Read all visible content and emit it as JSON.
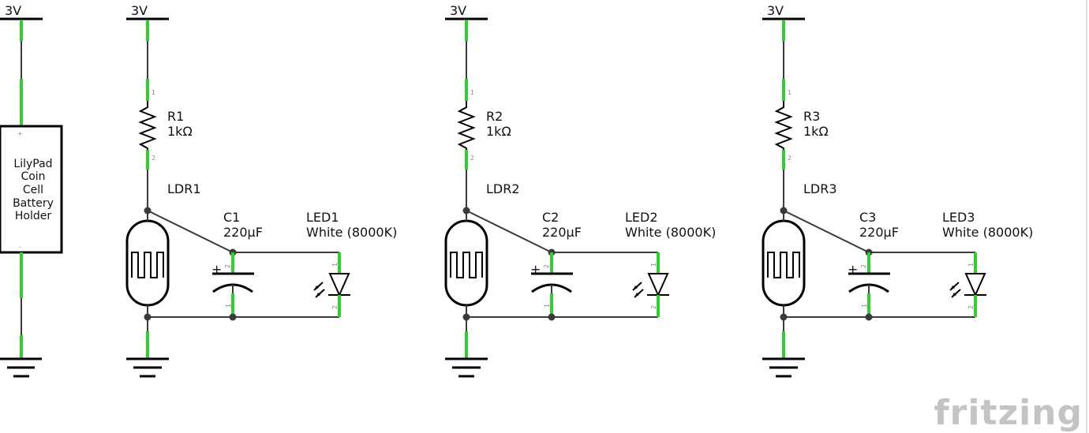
{
  "battery": {
    "supply": "3V",
    "label_lines": [
      "LilyPad",
      "Coin",
      "Cell",
      "Battery",
      "Holder"
    ],
    "pin_plus": "+",
    "pin_minus": "-"
  },
  "channels": [
    {
      "supply": "3V",
      "resistor": {
        "ref": "R1",
        "value": "1kΩ",
        "pin1": "1",
        "pin2": "2"
      },
      "ldr": {
        "ref": "LDR1"
      },
      "capacitor": {
        "ref": "C1",
        "value": "220µF",
        "polarity": "+",
        "pin1": "1",
        "pin2": "2"
      },
      "led": {
        "ref": "LED1",
        "value": "White (8000K)",
        "pin1": "1",
        "pin2": "2"
      }
    },
    {
      "supply": "3V",
      "resistor": {
        "ref": "R2",
        "value": "1kΩ",
        "pin1": "1",
        "pin2": "2"
      },
      "ldr": {
        "ref": "LDR2"
      },
      "capacitor": {
        "ref": "C2",
        "value": "220µF",
        "polarity": "+",
        "pin1": "1",
        "pin2": "2"
      },
      "led": {
        "ref": "LED2",
        "value": "White (8000K)",
        "pin1": "1",
        "pin2": "2"
      }
    },
    {
      "supply": "3V",
      "resistor": {
        "ref": "R3",
        "value": "1kΩ",
        "pin1": "1",
        "pin2": "2"
      },
      "ldr": {
        "ref": "LDR3"
      },
      "capacitor": {
        "ref": "C3",
        "value": "220µF",
        "polarity": "+",
        "pin1": "1",
        "pin2": "2"
      },
      "led": {
        "ref": "LED3",
        "value": "White (8000K)",
        "pin1": "1",
        "pin2": "2"
      }
    }
  ],
  "watermark": "fritzing"
}
